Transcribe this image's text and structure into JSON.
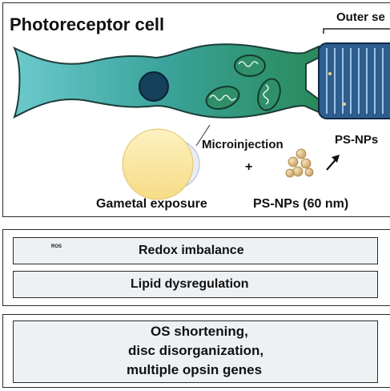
{
  "header": {
    "title": "Photoreceptor cell",
    "outer_segment_label": "Outer se"
  },
  "exposure": {
    "microinjection": "Microinjection",
    "gametal": "Gametal exposure",
    "plus": "+",
    "particles": "PS-NPs (60 nm)",
    "target_label": "PS-NPs"
  },
  "effects": {
    "redox": "Redox imbalance",
    "redox_badge": "ROS",
    "lipid": "Lipid dysregulation"
  },
  "outcome": {
    "line1": "OS shortening,",
    "line2": "disc disorganization,",
    "line3": "multiple opsin genes"
  },
  "colors": {
    "cell_start": "#5cc3c6",
    "cell_end": "#2f8f5a",
    "outer_segment": "#2f5d8f",
    "nucleus": "#14405a",
    "embryo": "#fbe7a0",
    "nanoparticle": "#d9b77a"
  }
}
